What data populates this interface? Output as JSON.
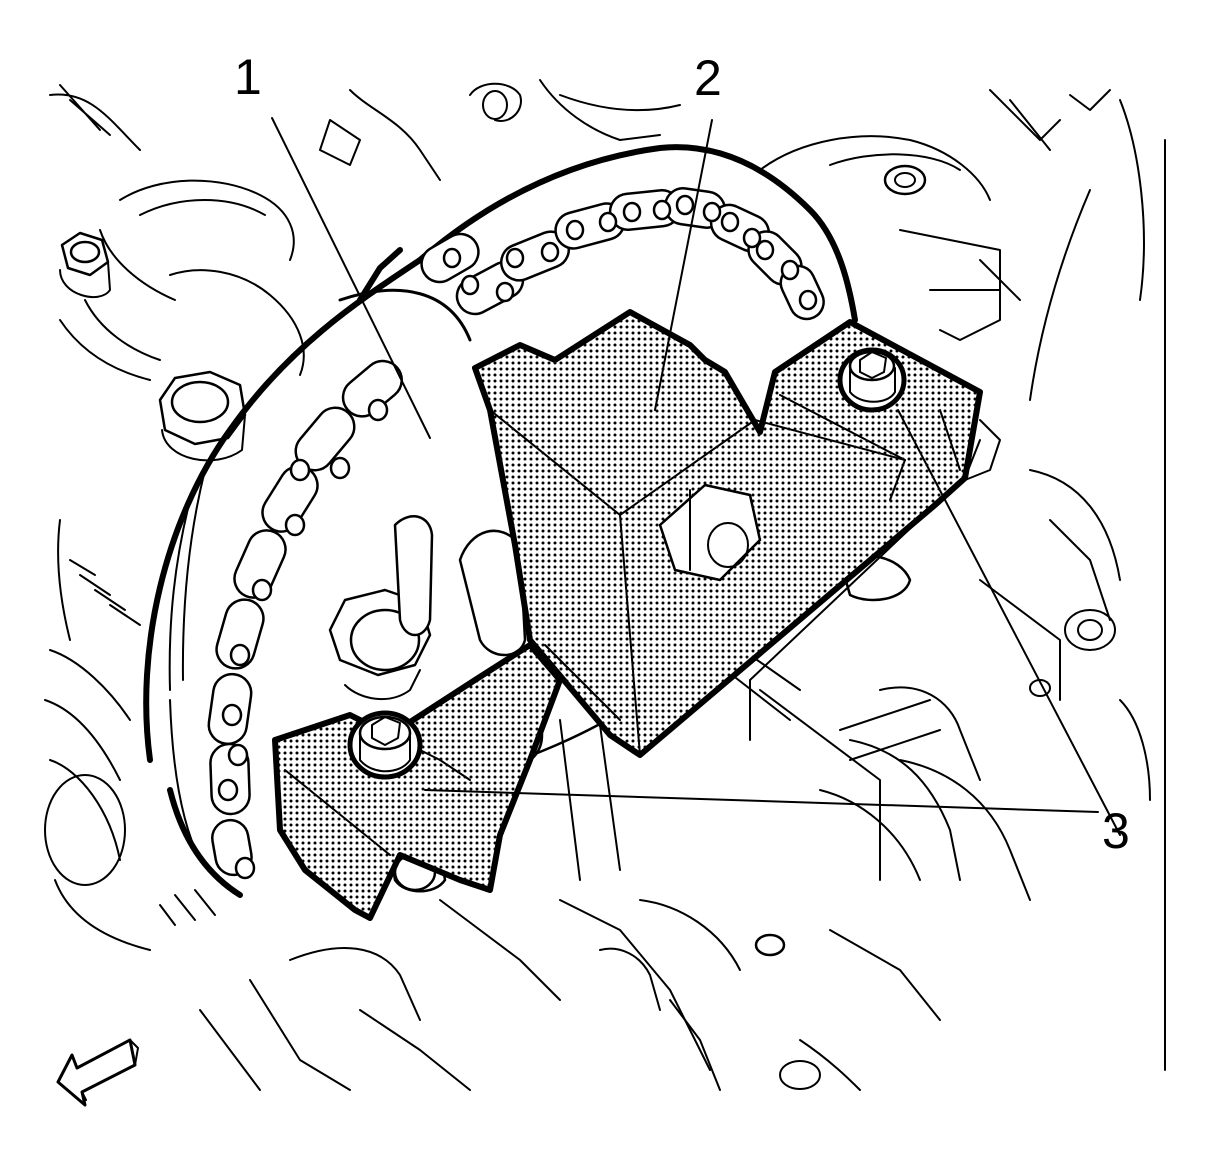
{
  "callouts": [
    {
      "id": "1",
      "label": "1"
    },
    {
      "id": "2",
      "label": "2"
    },
    {
      "id": "3",
      "label": "3"
    }
  ],
  "icons": {
    "view_arrow": "direction-arrow-icon"
  },
  "colors": {
    "line": "#000000",
    "background": "#ffffff",
    "tool_fill": "stipple-gray"
  }
}
